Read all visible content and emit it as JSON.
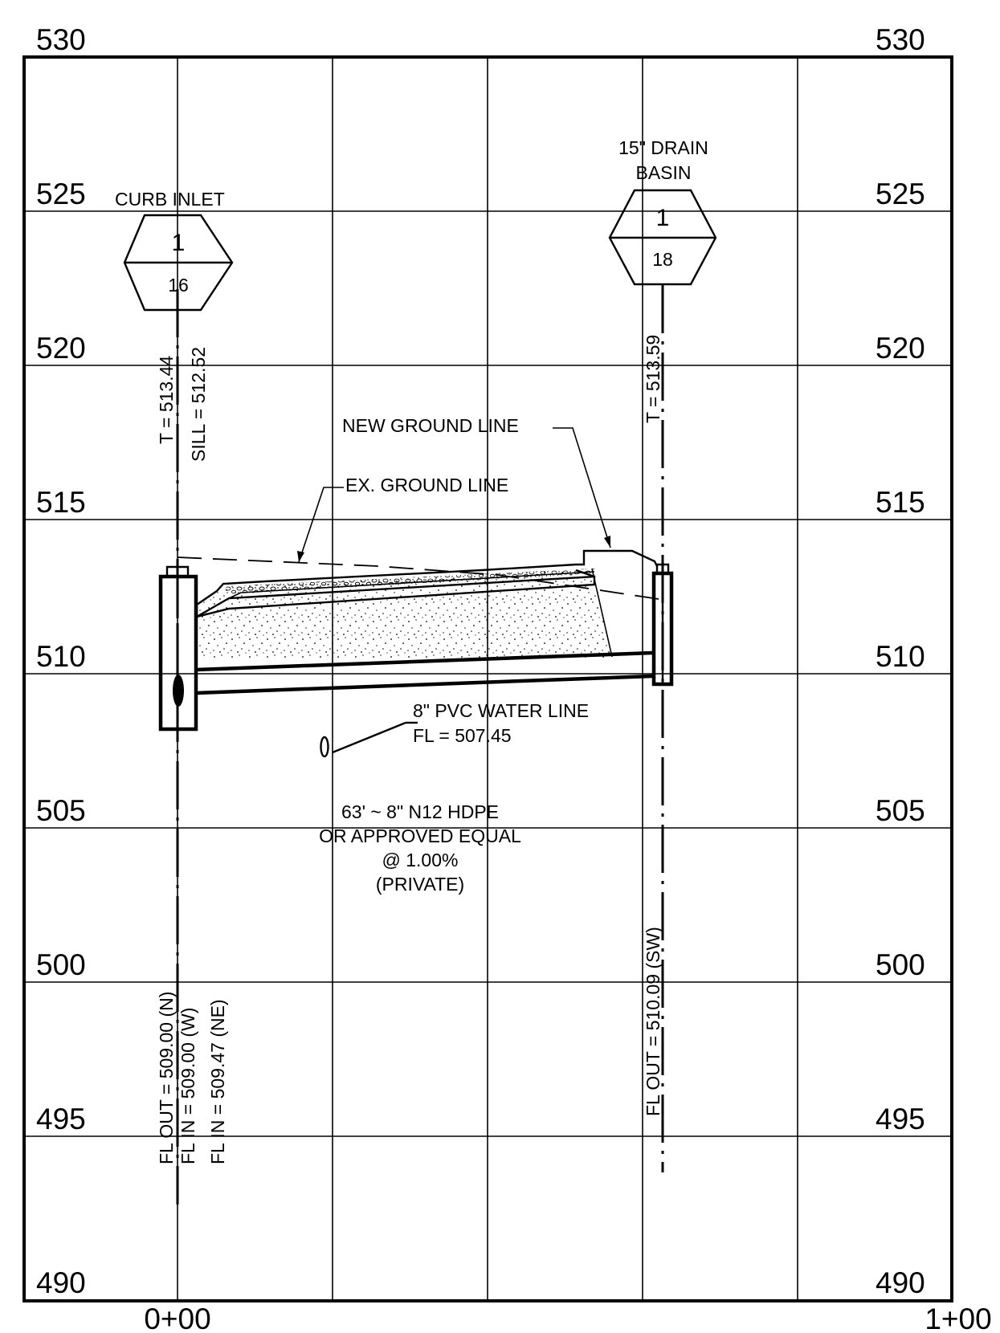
{
  "elevation_labels_left": [
    "530",
    "525",
    "520",
    "515",
    "510",
    "505",
    "500",
    "495",
    "490"
  ],
  "elevation_labels_right": [
    "530",
    "525",
    "520",
    "515",
    "510",
    "505",
    "500",
    "495",
    "490"
  ],
  "station_labels": [
    "0+00",
    "1+00"
  ],
  "structures": {
    "curb_inlet": {
      "title": "CURB INLET",
      "number": "1",
      "sheet": "16",
      "top": "T = 513.44",
      "sill": "SILL = 512.52",
      "fl_out": "FL OUT = 509.00 (N)",
      "fl_in_w": "FL IN = 509.00 (W)",
      "fl_in_ne": "FL IN = 509.47 (NE)"
    },
    "drain_basin": {
      "title_line1": "15\" DRAIN",
      "title_line2": "BASIN",
      "number": "1",
      "sheet": "18",
      "top": "T = 513.59",
      "fl_out": "FL OUT = 510.09 (SW)"
    }
  },
  "callouts": {
    "new_ground": "NEW GROUND LINE",
    "ex_ground": "EX. GROUND LINE",
    "water_line_1": "8\" PVC WATER LINE",
    "water_line_2": "FL = 507.45"
  },
  "pipe_note": {
    "line1": "63' ~ 8\" N12 HDPE",
    "line2": "OR APPROVED EQUAL",
    "line3": "@ 1.00%",
    "line4": "(PRIVATE)"
  }
}
